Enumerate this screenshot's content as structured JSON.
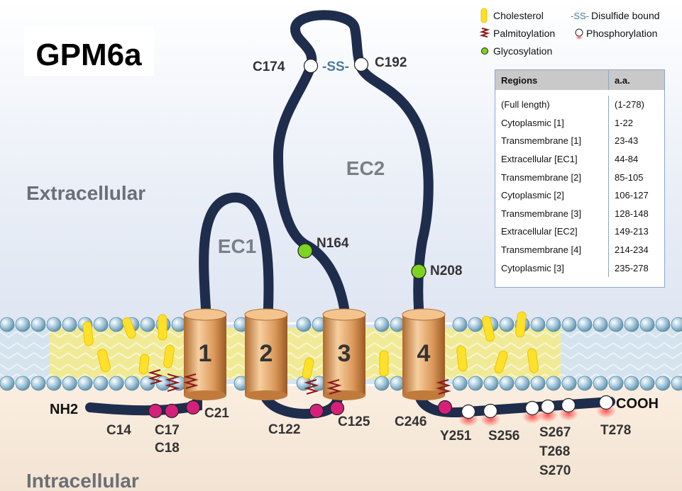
{
  "title": "GPM6a",
  "regions_labels": {
    "extracellular": "Extracellular",
    "intracellular": "Intracellular"
  },
  "loops": {
    "ec1": "EC1",
    "ec2": "EC2"
  },
  "helices": [
    "1",
    "2",
    "3",
    "4"
  ],
  "termini": {
    "n": "NH2",
    "c": "COOH"
  },
  "disulfide": {
    "label": "-SS-",
    "left_residue": "C174",
    "right_residue": "C192"
  },
  "glycosylation_sites": [
    "N164",
    "N208"
  ],
  "palmitoylation_sites": [
    "C14",
    "C17",
    "C18",
    "C21",
    "C122",
    "C125",
    "C246"
  ],
  "phosphorylation_sites": [
    "Y251",
    "S256",
    "S267",
    "T268",
    "S270",
    "T278"
  ],
  "legend": {
    "cholesterol": "Cholesterol",
    "disulfide_symbol": "-SS-",
    "disulfide": "Disulfide bound",
    "palmitoylation": "Palmitoylation",
    "phosphorylation": "Phosphorylation",
    "glycosylation": "Glycosylation"
  },
  "colors": {
    "chain": "#1f2d4d",
    "helix": "#d9a066",
    "palmitoyl": "#d4207a",
    "glyco": "#7ed321",
    "lipid_head": "#6f9fb8",
    "membrane_core": "#f3ea8c",
    "cholesterol": "#ffe02a"
  },
  "table": {
    "headers": [
      "Regions",
      "a.a."
    ],
    "rows": [
      {
        "region": "(Full length)",
        "aa": "(1-278)"
      },
      {
        "region": "Cytoplasmic [1]",
        "aa": "1-22"
      },
      {
        "region": "Transmembrane [1]",
        "aa": "23-43"
      },
      {
        "region": "Extracellular [EC1]",
        "aa": "44-84"
      },
      {
        "region": "Transmembrane [2]",
        "aa": "85-105"
      },
      {
        "region": "Cytoplasmic [2]",
        "aa": "106-127"
      },
      {
        "region": "Transmembrane [3]",
        "aa": "128-148"
      },
      {
        "region": "Extracellular [EC2]",
        "aa": "149-213"
      },
      {
        "region": "Transmembrane [4]",
        "aa": "214-234"
      },
      {
        "region": "Cytoplasmic [3]",
        "aa": "235-278"
      }
    ]
  }
}
